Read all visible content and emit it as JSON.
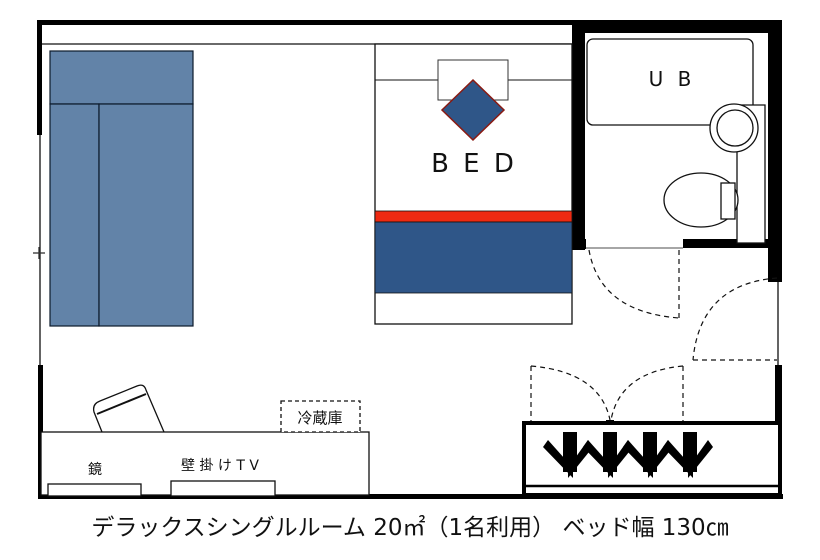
{
  "floor_plan": {
    "title": "デラックスシングルルーム 20㎡（1名利用） ベッド幅 130㎝",
    "room_name": "デラックスシングルルーム",
    "area": "20㎡",
    "occupancy": "（1名利用）",
    "bed_width_label": "ベッド幅 130㎝",
    "labels": {
      "bed": "B E D",
      "unit_bath": "U B",
      "fridge": "冷蔵庫",
      "mirror": "鏡",
      "wall_tv": "壁 掛 け T V"
    },
    "colors": {
      "sofa": "#6283a8",
      "bed_blanket": "#2f5688",
      "bed_stripe": "#ee2a12",
      "pillow": "#2f5688",
      "wall": "#000000",
      "background": "#ffffff"
    },
    "closet_hangers": 4
  }
}
